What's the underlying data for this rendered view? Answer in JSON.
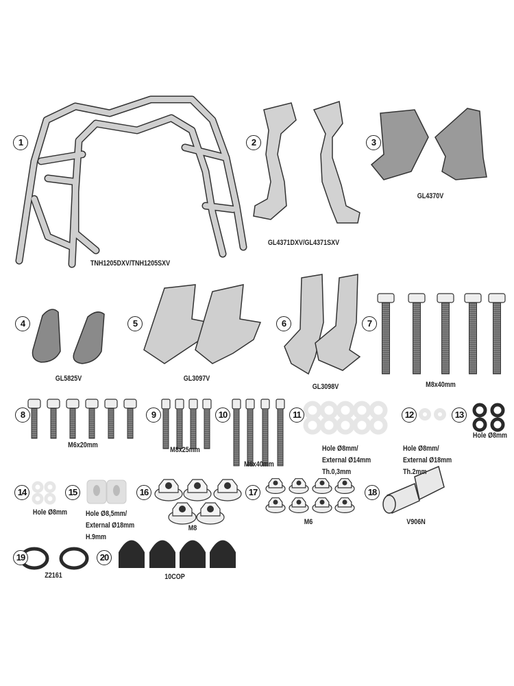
{
  "parts": [
    {
      "num": "1",
      "label": "TNH1205DXV/TNH1205SXV"
    },
    {
      "num": "2",
      "label": "GL4371DXV/GL4371SXV"
    },
    {
      "num": "3",
      "label": "GL4370V"
    },
    {
      "num": "4",
      "label": "GL5825V"
    },
    {
      "num": "5",
      "label": "GL3097V"
    },
    {
      "num": "6",
      "label": "GL3098V"
    },
    {
      "num": "7",
      "label": "M8x40mm"
    },
    {
      "num": "8",
      "label": "M6x20mm"
    },
    {
      "num": "9",
      "label": "M8x25mm"
    },
    {
      "num": "10",
      "label": "M6x40mm"
    },
    {
      "num": "11",
      "lines": [
        "Hole Ø8mm/",
        "External Ø14mm",
        "Th.0,3mm"
      ]
    },
    {
      "num": "12",
      "lines": [
        "Hole Ø8mm/",
        "External Ø18mm",
        "Th.2mm"
      ]
    },
    {
      "num": "13",
      "label": "Hole Ø8mm"
    },
    {
      "num": "14",
      "label": "Hole Ø8mm"
    },
    {
      "num": "15",
      "lines": [
        "Hole Ø8,5mm/",
        "External Ø18mm",
        "H.9mm"
      ]
    },
    {
      "num": "16",
      "label": "M8"
    },
    {
      "num": "17",
      "label": "M6"
    },
    {
      "num": "18",
      "label": "V906N"
    },
    {
      "num": "19",
      "label": "Z2161"
    },
    {
      "num": "20",
      "label": "10COP"
    }
  ],
  "colors": {
    "metal": "#c8c8c8",
    "dark": "#2a2a2a",
    "washer": "#e6e6e6"
  }
}
